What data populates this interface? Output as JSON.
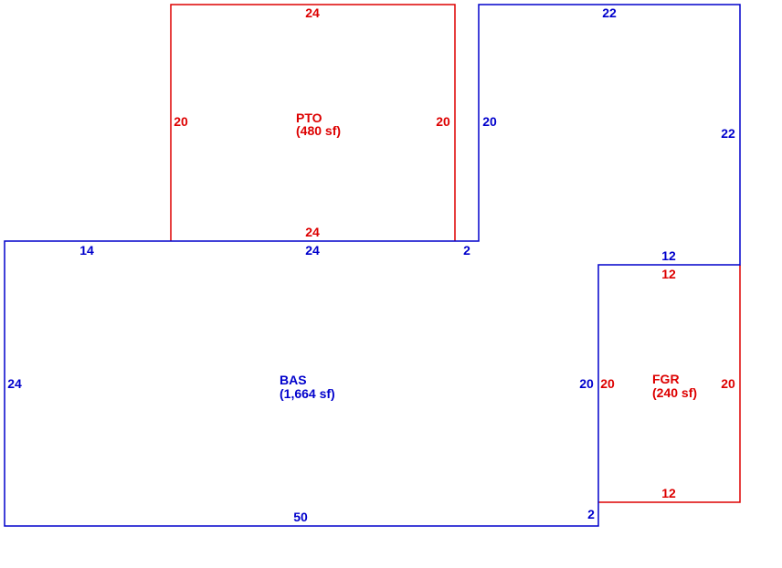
{
  "colors": {
    "blue": "#0000cc",
    "red": "#dd0000",
    "background": "#ffffff"
  },
  "areas": {
    "pto": {
      "code": "PTO",
      "area": "(480 sf)",
      "color": "red"
    },
    "bas": {
      "code": "BAS",
      "area": "(1,664 sf)",
      "color": "blue"
    },
    "fgr": {
      "code": "FGR",
      "area": "(240 sf)",
      "color": "red"
    }
  },
  "dimensions": {
    "pto_top": "24",
    "pto_left": "20",
    "pto_right": "20",
    "pto_bottom": "24",
    "bas_top_left": "14",
    "bas_top_mid": "24",
    "bas_top_step": "2",
    "bas_left": "24",
    "bas_bottom": "50",
    "bas_bottom_step": "2",
    "bas_inner_right": "20",
    "bas_upper_left": "20",
    "bas_upper_top": "22",
    "bas_upper_right": "22",
    "bas_notch_top": "12",
    "fgr_top": "12",
    "fgr_left": "20",
    "fgr_right": "20",
    "fgr_bottom": "12"
  }
}
